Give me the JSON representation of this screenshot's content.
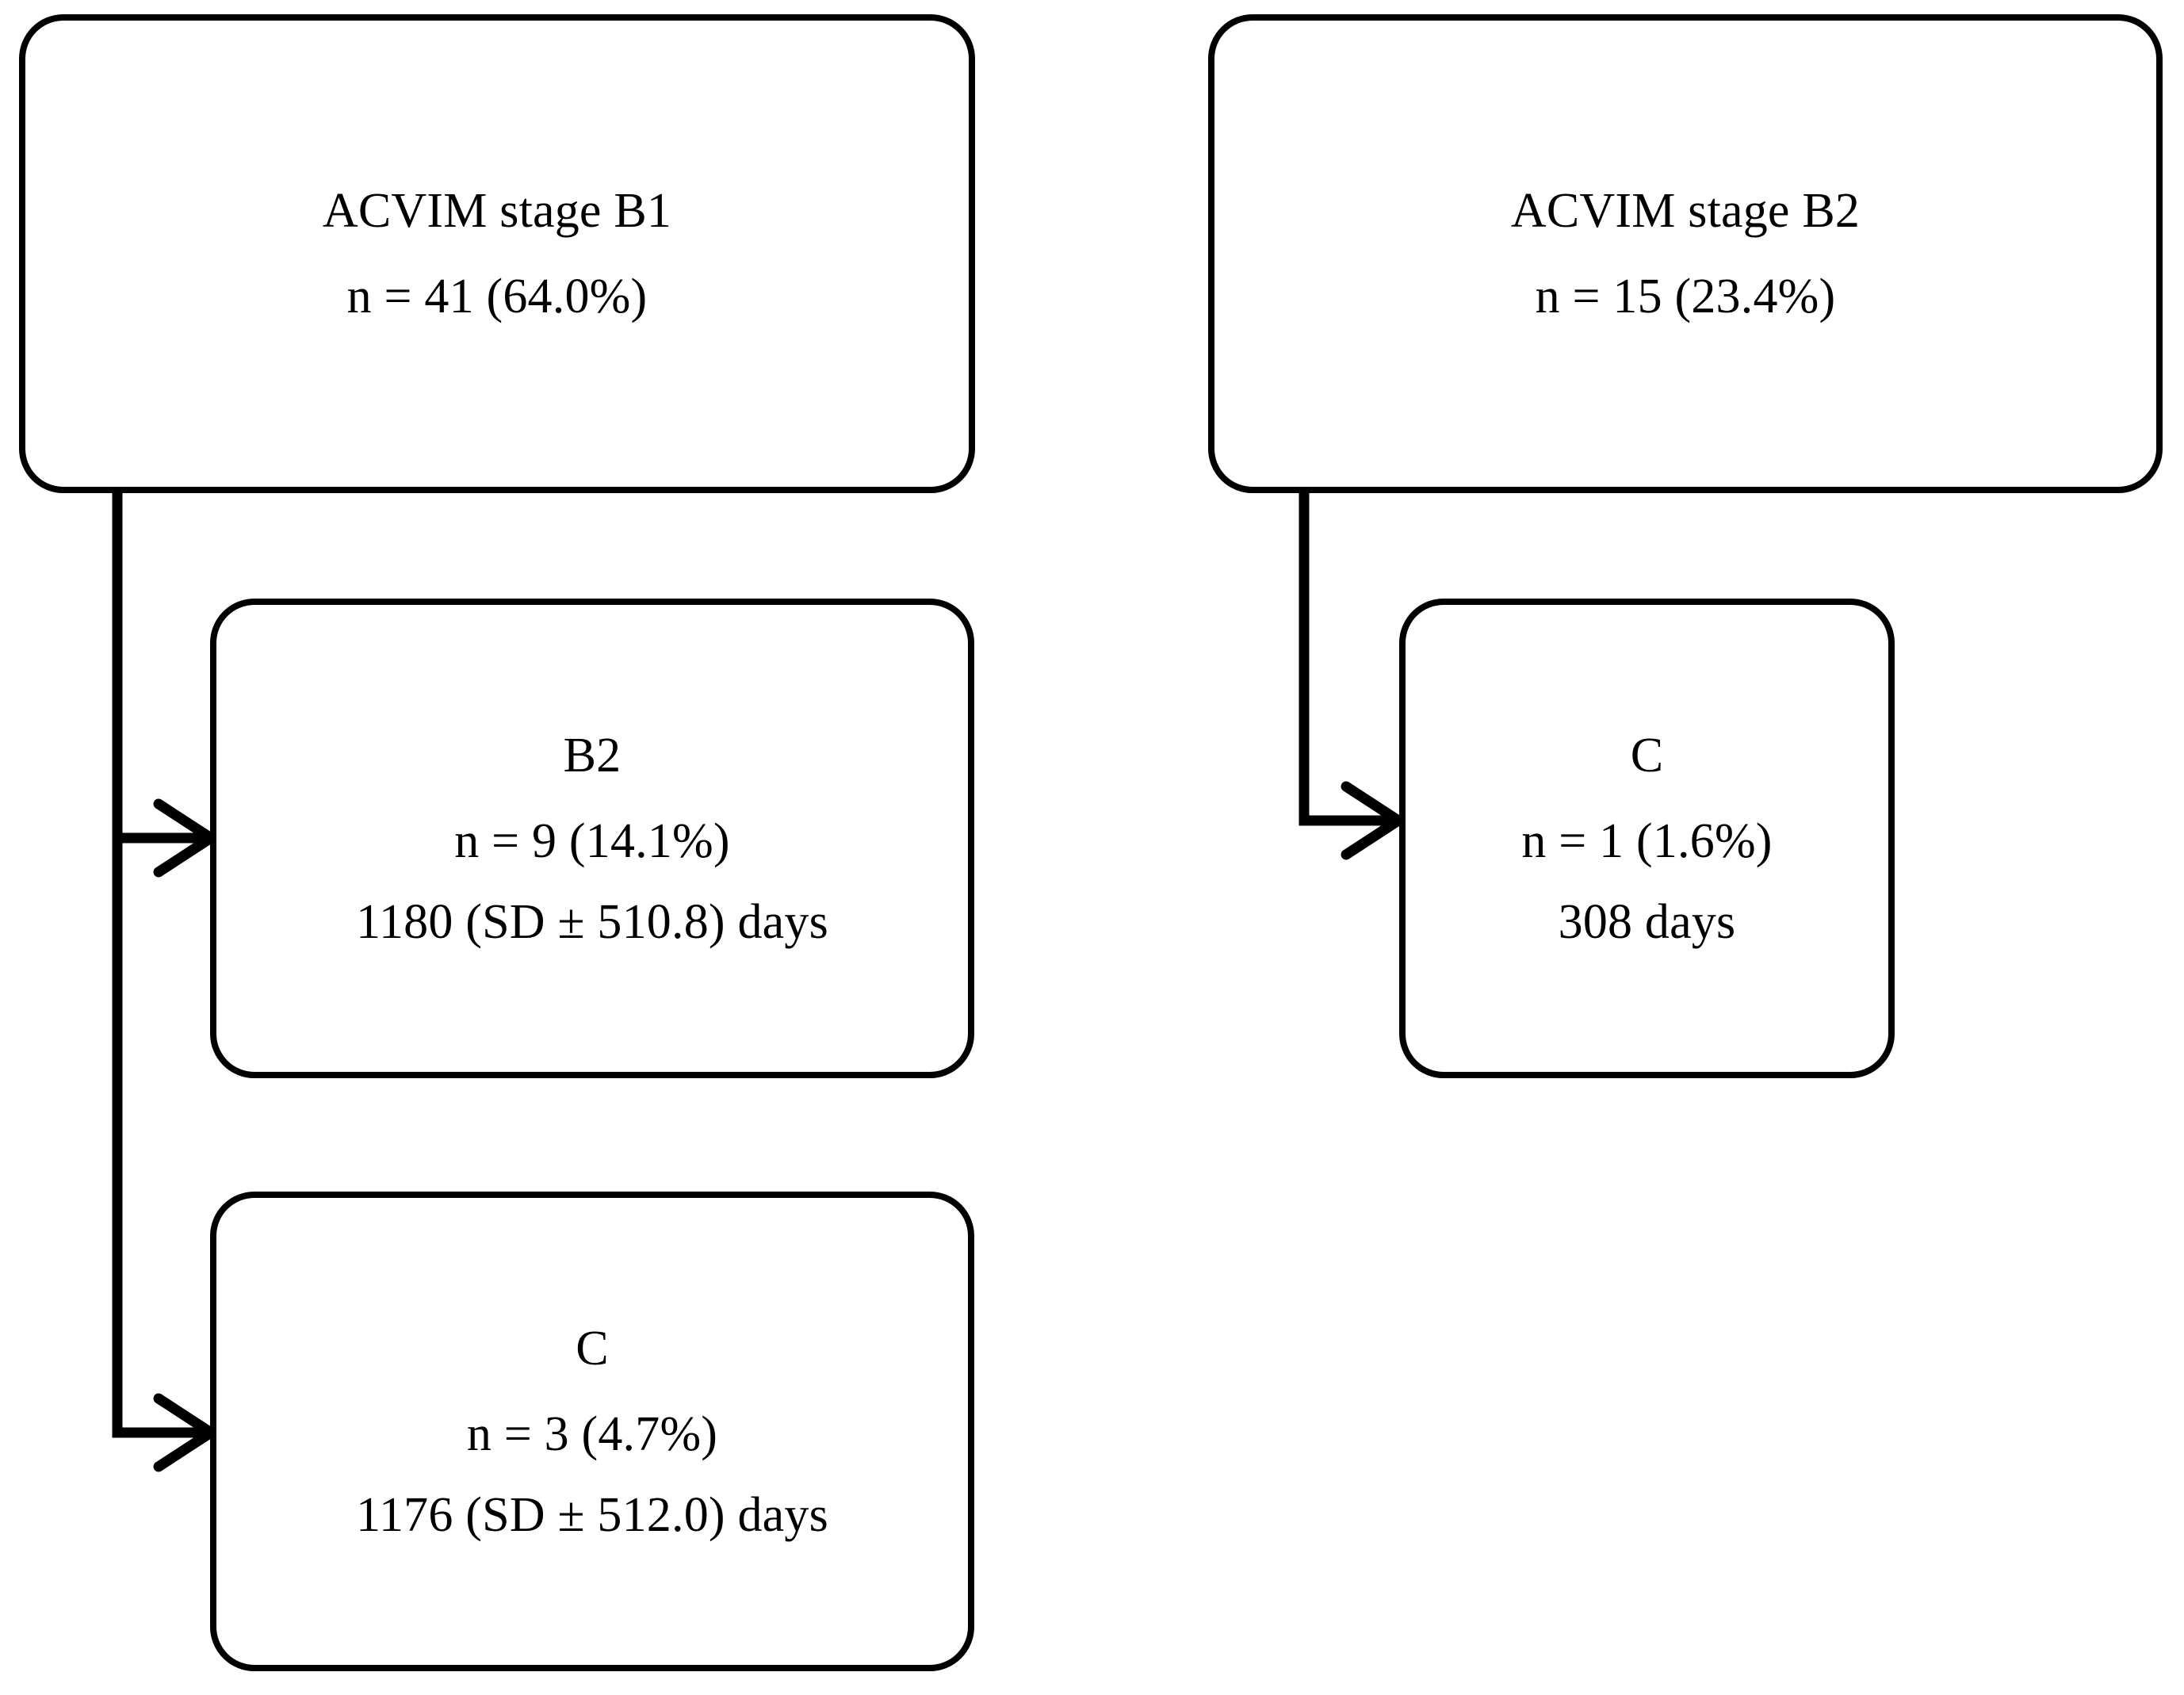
{
  "diagram": {
    "type": "flowchart",
    "title": "ACVIM stage progression flow",
    "background_color": "#ffffff",
    "stroke_color": "#000000",
    "nodes": [
      {
        "id": "acvim-b1",
        "name": "acvim-stage-b1-box",
        "title": "ACVIM stage B1",
        "count_line": "n = 41 (64.0%)",
        "duration_line": ""
      },
      {
        "id": "acvim-b2",
        "name": "acvim-stage-b2-box",
        "title": "ACVIM stage B2",
        "count_line": "n = 15 (23.4%)",
        "duration_line": ""
      },
      {
        "id": "b1-to-b2",
        "name": "progression-b2-box",
        "title": "B2",
        "count_line": "n = 9 (14.1%)",
        "duration_line": "1180 (SD ± 510.8) days"
      },
      {
        "id": "b1-to-c",
        "name": "progression-c-from-b1-box",
        "title": "C",
        "count_line": "n = 3 (4.7%)",
        "duration_line": "1176 (SD ± 512.0) days"
      },
      {
        "id": "b2-to-c",
        "name": "progression-c-from-b2-box",
        "title": "C",
        "count_line": "n = 1 (1.6%)",
        "duration_line": "308 days"
      }
    ],
    "edges": [
      {
        "id": "edge-b1-b2",
        "from": "acvim-b1",
        "to": "b1-to-b2",
        "marker": "arrow-open"
      },
      {
        "id": "edge-b1-c",
        "from": "acvim-b1",
        "to": "b1-to-c",
        "marker": "arrow-open"
      },
      {
        "id": "edge-b2-c",
        "from": "acvim-b2",
        "to": "b2-to-c",
        "marker": "arrow-open"
      }
    ]
  }
}
